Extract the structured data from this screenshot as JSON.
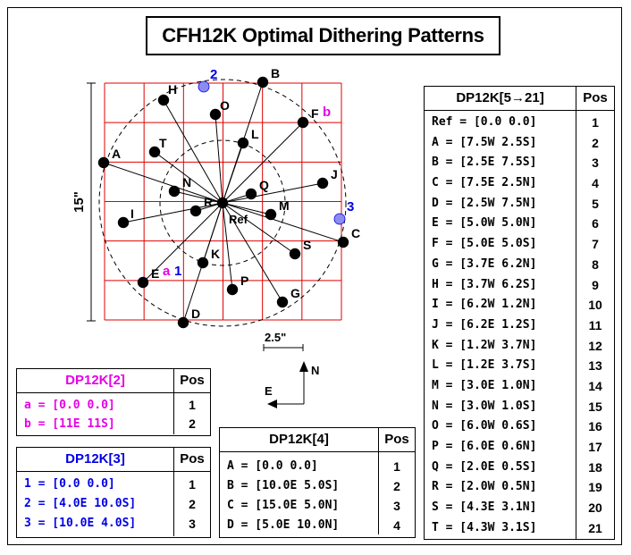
{
  "title": "CFH12K Optimal Dithering Patterns",
  "labels": {
    "size_15": "15\"",
    "scale_25": "2.5\"",
    "north": "N",
    "east": "E"
  },
  "colors": {
    "grid": "#e00000",
    "magenta": "#e600e6",
    "blue": "#0000e6",
    "blue_dot": "#8c8cf0"
  },
  "points": [
    {
      "id": "Ref",
      "label": "Ref"
    },
    {
      "id": "A",
      "label": "A"
    },
    {
      "id": "B",
      "label": "B"
    },
    {
      "id": "C",
      "label": "C"
    },
    {
      "id": "D",
      "label": "D"
    },
    {
      "id": "E",
      "label": "E"
    },
    {
      "id": "F",
      "label": "F"
    },
    {
      "id": "G",
      "label": "G"
    },
    {
      "id": "H",
      "label": "H"
    },
    {
      "id": "I",
      "label": "I"
    },
    {
      "id": "J",
      "label": "J"
    },
    {
      "id": "K",
      "label": "K"
    },
    {
      "id": "L",
      "label": "L"
    },
    {
      "id": "M",
      "label": "M"
    },
    {
      "id": "N",
      "label": "N"
    },
    {
      "id": "O",
      "label": "O"
    },
    {
      "id": "P",
      "label": "P"
    },
    {
      "id": "Q",
      "label": "Q"
    },
    {
      "id": "R",
      "label": "R"
    },
    {
      "id": "S",
      "label": "S"
    },
    {
      "id": "T",
      "label": "T"
    }
  ],
  "extra_labels": {
    "a": "a",
    "b": "b",
    "one": "1",
    "two": "2",
    "three": "3"
  },
  "dp21": {
    "name": "DP12K[5→21]",
    "pos_header": "Pos",
    "rows": [
      {
        "entry": "Ref = [0.0 0.0]",
        "pos": "1"
      },
      {
        "entry": "A = [7.5W 2.5S]",
        "pos": "2"
      },
      {
        "entry": "B = [2.5E 7.5S]",
        "pos": "3"
      },
      {
        "entry": "C = [7.5E 2.5N]",
        "pos": "4"
      },
      {
        "entry": "D = [2.5W 7.5N]",
        "pos": "5"
      },
      {
        "entry": "E = [5.0W 5.0N]",
        "pos": "6"
      },
      {
        "entry": "F = [5.0E 5.0S]",
        "pos": "7"
      },
      {
        "entry": "G = [3.7E 6.2N]",
        "pos": "8"
      },
      {
        "entry": "H = [3.7W 6.2S]",
        "pos": "9"
      },
      {
        "entry": "I = [6.2W 1.2N]",
        "pos": "10"
      },
      {
        "entry": "J = [6.2E 1.2S]",
        "pos": "11"
      },
      {
        "entry": "K = [1.2W 3.7N]",
        "pos": "12"
      },
      {
        "entry": "L = [1.2E 3.7S]",
        "pos": "13"
      },
      {
        "entry": "M = [3.0E 1.0N]",
        "pos": "14"
      },
      {
        "entry": "N = [3.0W 1.0S]",
        "pos": "15"
      },
      {
        "entry": "O = [6.0W 0.6S]",
        "pos": "16"
      },
      {
        "entry": "P = [6.0E 0.6N]",
        "pos": "17"
      },
      {
        "entry": "Q = [2.0E 0.5S]",
        "pos": "18"
      },
      {
        "entry": "R = [2.0W 0.5N]",
        "pos": "19"
      },
      {
        "entry": "S = [4.3E 3.1N]",
        "pos": "20"
      },
      {
        "entry": "T = [4.3W 3.1S]",
        "pos": "21"
      }
    ]
  },
  "dp2": {
    "name": "DP12K[2]",
    "pos_header": "Pos",
    "rows": [
      {
        "entry": "a = [0.0 0.0]",
        "pos": "1"
      },
      {
        "entry": "b = [11E 11S]",
        "pos": "2"
      }
    ]
  },
  "dp3": {
    "name": "DP12K[3]",
    "pos_header": "Pos",
    "rows": [
      {
        "entry": "1 = [0.0 0.0]",
        "pos": "1"
      },
      {
        "entry": "2 = [4.0E 10.0S]",
        "pos": "2"
      },
      {
        "entry": "3 = [10.0E 4.0S]",
        "pos": "3"
      }
    ]
  },
  "dp4": {
    "name": "DP12K[4]",
    "pos_header": "Pos",
    "rows": [
      {
        "entry": "A = [0.0 0.0]",
        "pos": "1"
      },
      {
        "entry": "B = [10.0E 5.0S]",
        "pos": "2"
      },
      {
        "entry": "C = [15.0E 5.0N]",
        "pos": "3"
      },
      {
        "entry": "D = [5.0E 10.0N]",
        "pos": "4"
      }
    ]
  }
}
